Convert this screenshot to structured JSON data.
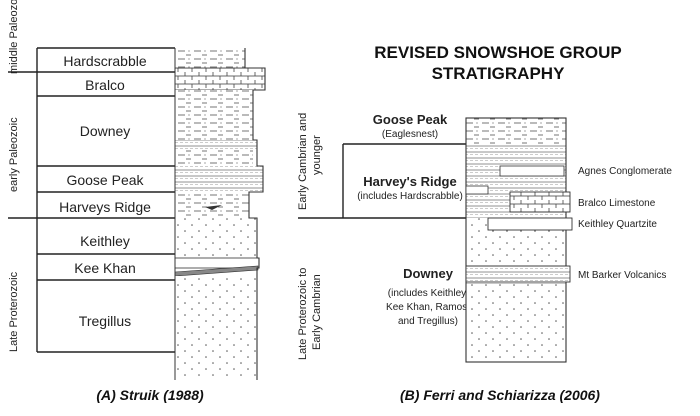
{
  "panel_a": {
    "eras": [
      "middle Paleozoic",
      "early Paleozoic",
      "Late Proterozoic"
    ],
    "units": [
      "Hardscrabble",
      "Bralco",
      "Downey",
      "Goose Peak",
      "Harveys Ridge",
      "Keithley",
      "Kee Khan",
      "Tregillus"
    ],
    "caption": "(A) Struik (1988)"
  },
  "panel_b": {
    "title_line1": "REVISED SNOWSHOE GROUP",
    "title_line2": "STRATIGRAPHY",
    "eras": {
      "upper_line1": "Early Cambrian and",
      "upper_line2": "younger",
      "lower_line1": "Late Proterozoic to",
      "lower_line2": "Early Cambrian"
    },
    "units": {
      "goose_peak": "Goose Peak",
      "goose_peak_note": "(Eaglesnest)",
      "harveys_ridge": "Harvey's Ridge",
      "harveys_ridge_note": "(includes Hardscrabble)",
      "downey": "Downey",
      "downey_note_1": "(includes Keithley,",
      "downey_note_2": "Kee Khan, Ramos,",
      "downey_note_3": "and Tregillus)"
    },
    "side_units": [
      "Agnes Conglomerate",
      "Bralco Limestone",
      "Keithley Quartzite",
      "Mt Barker Volcanics"
    ],
    "caption": "(B) Ferri and Schiarizza (2006)"
  }
}
